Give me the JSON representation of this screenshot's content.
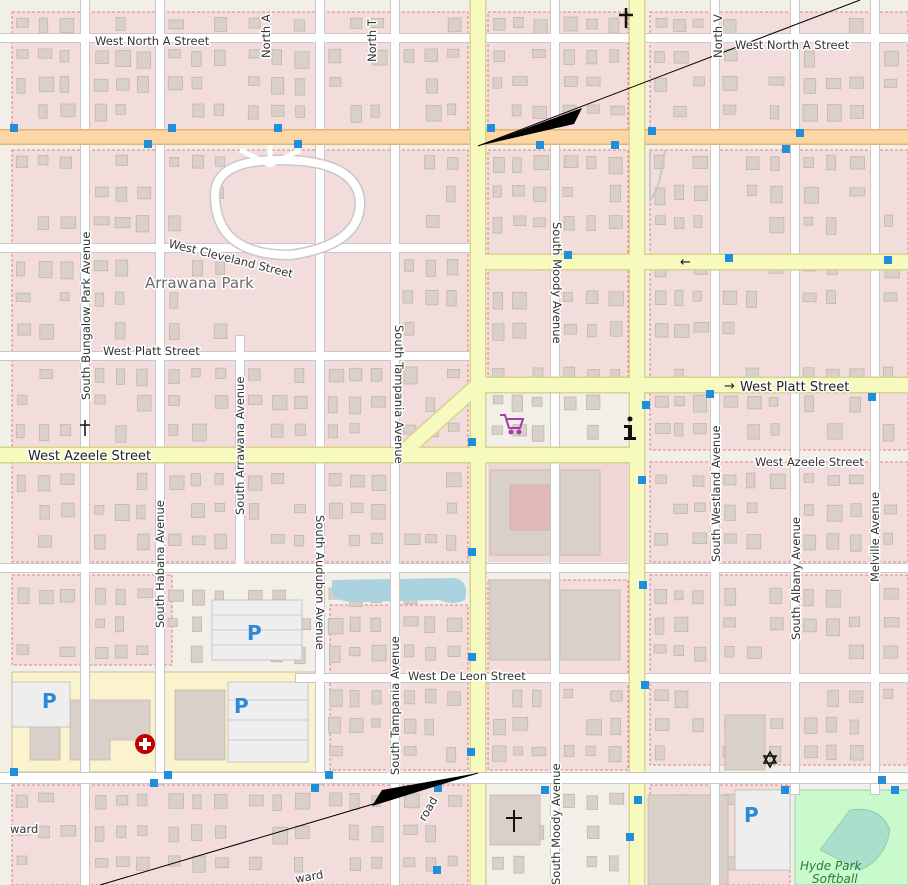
{
  "streets": {
    "west_north_a_left": "West North A Street",
    "west_north_a_right": "West North A Street",
    "north_a": "North A",
    "north_b": "North T",
    "north_c": "North V",
    "west_cleveland": "West Cleveland Street",
    "arrawana_park": "Arrawana Park",
    "south_bungalow_park": "South Bungalow Park Avenue",
    "west_platt_left": "West Platt Street",
    "west_platt_right": "West Platt Street",
    "south_arrawana": "South Arrawana Avenue",
    "south_tampania_upper": "South Tampania Avenue",
    "south_tampania_lower": "South Tampania Avenue",
    "south_moody_upper": "South Moody Avenue",
    "south_moody_lower": "South Moody Avenue",
    "west_azeele_left": "West Azeele Street",
    "west_azeele_right": "West Azeele Street",
    "south_habana": "South Habana Avenue",
    "south_audubon": "South Audubon Avenue",
    "south_westland": "South Westland Avenue",
    "south_albany": "South Albany Avenue",
    "melville": "Melville Avenue",
    "west_de_leon": "West De Leon Street",
    "ward_left": "ward",
    "ward_bottom": "ward",
    "bottom_road": "road",
    "hyde_park": "Hyde Park",
    "softball": "Softball"
  },
  "poi": {
    "parking_symbol": "P",
    "one_way_arrow_left": "←",
    "one_way_arrow_right": "→"
  },
  "colors": {
    "background": "#f2efe9",
    "residential": "#f3dcdc",
    "building": "#d9d0c9",
    "building_outline": "#c4b6ab",
    "primary_road": "#f7fabf",
    "primary_road_casing": "#d9d48a",
    "secondary_road": "#fcd6a4",
    "minor_road": "#ffffff",
    "hospital_area": "#fbf2ce",
    "park": "#c8facc",
    "pitch": "#aae0cb",
    "water": "#aad3df",
    "parking": "#eeeeee",
    "node_marker": "#1f8fdc",
    "shopping_icon": "#ac39ac",
    "hospital_icon": "#bf0000",
    "parking_icon": "#2a8ad9",
    "landuse_border": "#e06060"
  }
}
